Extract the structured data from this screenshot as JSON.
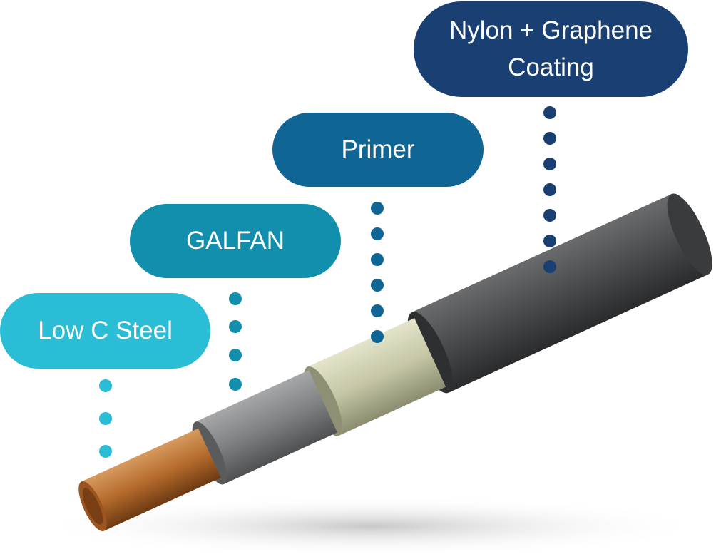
{
  "layers": [
    {
      "id": "low-c-steel",
      "label": "Low C Steel",
      "color": "#2bbcd6",
      "dot_color": "#2bbcd6"
    },
    {
      "id": "galfan",
      "label": "GALFAN",
      "color": "#128fad",
      "dot_color": "#128fad"
    },
    {
      "id": "primer",
      "label": "Primer",
      "color": "#0f6594",
      "dot_color": "#0f6594"
    },
    {
      "id": "nylon-graphene",
      "label": "Nylon + Graphene Coating",
      "color": "#1a3f73",
      "dot_color": "#1a3f73"
    }
  ],
  "cable_colors": {
    "copper": "#b46a2c",
    "galfan": "#7f8082",
    "primer": "#cfd0b2",
    "jacket": "#4a4b4d"
  }
}
